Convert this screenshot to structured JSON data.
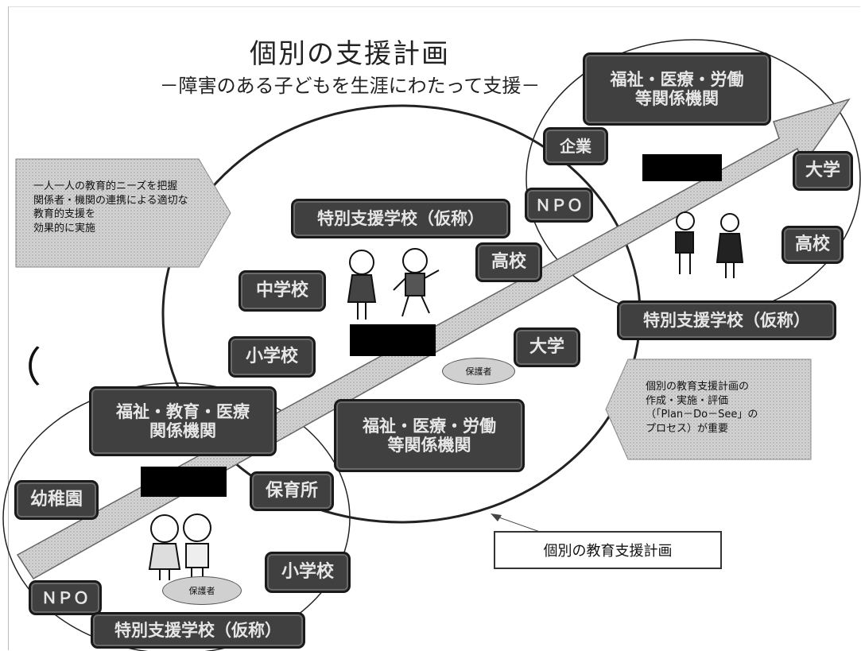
{
  "title": "個別の支援計画",
  "subtitle": "－障害のある子どもを生涯にわたって支援－",
  "left_callout": [
    "一人一人の教育的ニーズを把握",
    "関係者・機関の連携による適切な教育的支援を",
    "効果的に実施"
  ],
  "right_callout": [
    "個別の教育支援計画の",
    "作成・実施・評価",
    "（「Plan－Do－See」の",
    "プロセス）が重要"
  ],
  "stage_top": {
    "welfare_box": [
      "福祉・医療・労働",
      "等関係機関"
    ],
    "company": "企業",
    "npo": "ＮＰＯ",
    "university": "大学",
    "high_school": "高校",
    "special_school": "特別支援学校（仮称）"
  },
  "stage_middle": {
    "special_school": "特別支援学校（仮称）",
    "high_school": "高校",
    "junior_high": "中学校",
    "elementary": "小学校",
    "university": "大学",
    "guardian": "保護者",
    "welfare_box": [
      "福祉・医療・労働",
      "等関係機関"
    ]
  },
  "stage_bottom": {
    "welfare_box": [
      "福祉・教育・医療",
      "関係機関"
    ],
    "kindergarten": "幼稚園",
    "nursery": "保育所",
    "npo": "ＮＰＯ",
    "elementary": "小学校",
    "guardian": "保護者",
    "special_school": "特別支援学校（仮称）"
  },
  "legend_label": "個別の教育支援計画",
  "left_mark": "（",
  "colors": {
    "box_fill": "#404040",
    "box_text": "#e6e6e6",
    "arrow": "#cfcfcf",
    "callout": "#c8c8c8"
  }
}
